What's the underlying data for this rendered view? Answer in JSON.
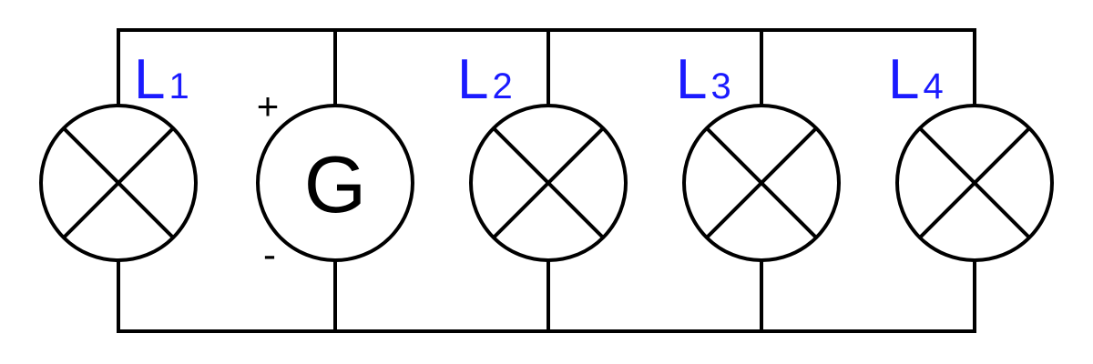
{
  "circuit": {
    "label_color": "#1a1aff",
    "wire_color": "#000000",
    "generator": {
      "symbol": "G",
      "plus": "+",
      "minus": "-"
    },
    "lamps": [
      {
        "letter": "L",
        "index": "1"
      },
      {
        "letter": "L",
        "index": "2"
      },
      {
        "letter": "L",
        "index": "3"
      },
      {
        "letter": "L",
        "index": "4"
      }
    ]
  }
}
